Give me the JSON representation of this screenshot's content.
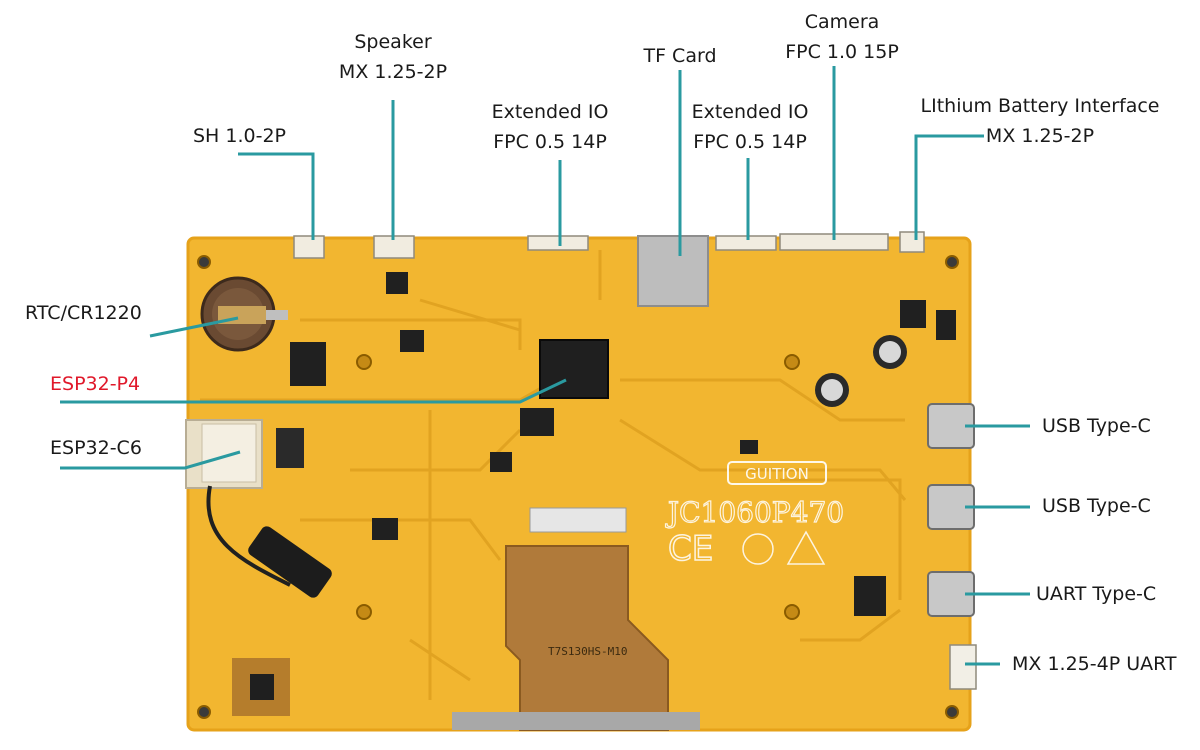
{
  "labels": {
    "sh": "SH 1.0-2P",
    "speaker_1": "Speaker",
    "speaker_2": "MX 1.25-2P",
    "ext_io_a_1": "Extended IO",
    "ext_io_a_2": "FPC 0.5 14P",
    "tf_card": "TF Card",
    "ext_io_b_1": "Extended IO",
    "ext_io_b_2": "FPC 0.5 14P",
    "camera_1": "Camera",
    "camera_2": "FPC 1.0 15P",
    "battery_1": "LIthium Battery Interface",
    "battery_2": "MX 1.25-2P",
    "rtc": "RTC/CR1220",
    "esp32_p4": "ESP32-P4",
    "esp32_c6": "ESP32-C6",
    "usb_c_1": "USB Type-C",
    "usb_c_2": "USB Type-C",
    "uart_c": "UART Type-C",
    "mx_uart": "MX 1.25-4P UART"
  },
  "board": {
    "brand": "GUITION",
    "model": "JC1060P470",
    "fpc_marking": "T7S130HS-M10",
    "cert_mark": "CE"
  },
  "colors": {
    "board": "#f2b630",
    "board_edge": "#e6a21a",
    "trace": "#d99a1c",
    "leader": "#2a9aa0",
    "accent_red": "#e0182a",
    "fpc": "#b07a3a"
  }
}
